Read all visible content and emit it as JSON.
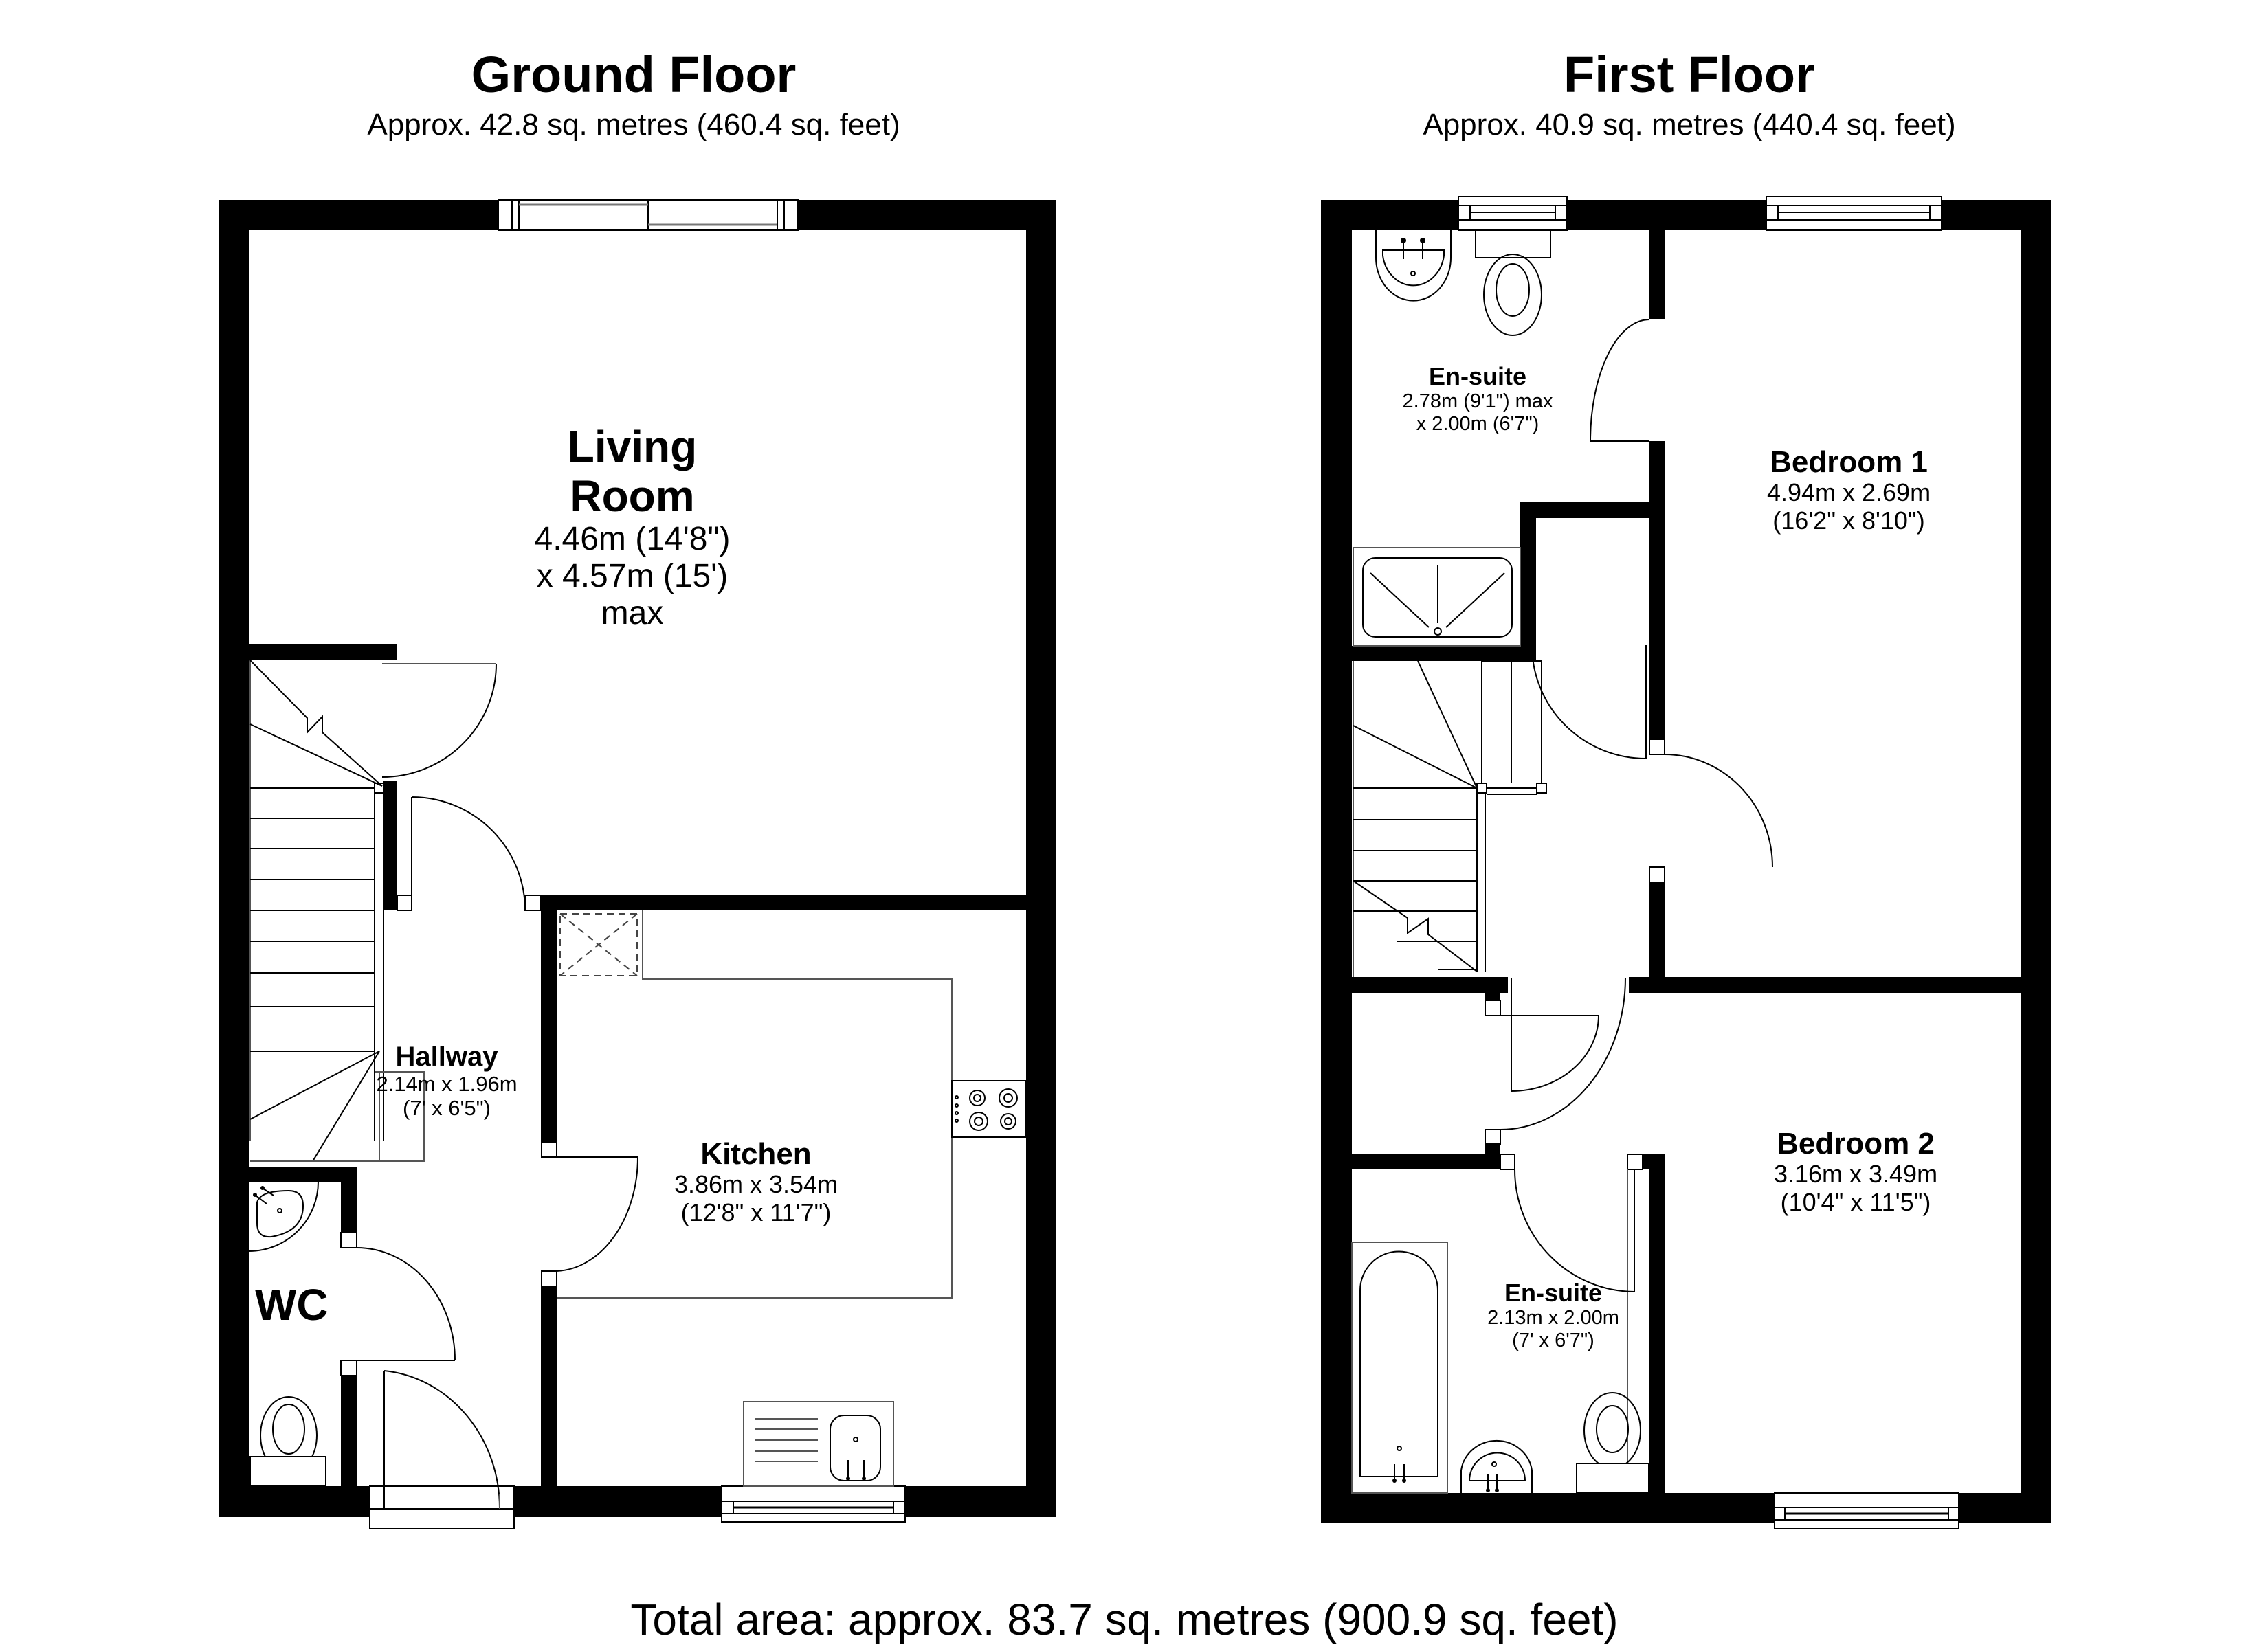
{
  "ground_floor": {
    "title": "Ground Floor",
    "area": "Approx. 42.8 sq. metres (460.4 sq. feet)",
    "rooms": {
      "living_room": {
        "name_line1": "Living",
        "name_line2": "Room",
        "dim_line1": "4.46m (14'8\")",
        "dim_line2": "x 4.57m (15') max"
      },
      "hallway": {
        "name": "Hallway",
        "dim_line1": "2.14m x 1.96m",
        "dim_line2": "(7' x 6'5\")"
      },
      "kitchen": {
        "name": "Kitchen",
        "dim_line1": "3.86m x 3.54m",
        "dim_line2": "(12'8\" x 11'7\")"
      },
      "wc": {
        "name": "WC"
      }
    }
  },
  "first_floor": {
    "title": "First Floor",
    "area": "Approx. 40.9 sq. metres (440.4 sq. feet)",
    "rooms": {
      "ensuite_1": {
        "name": "En-suite",
        "dim_line1": "2.78m (9'1\") max",
        "dim_line2": "x 2.00m (6'7\")"
      },
      "bedroom_1": {
        "name": "Bedroom 1",
        "dim_line1": "4.94m x 2.69m",
        "dim_line2": "(16'2\" x 8'10\")"
      },
      "bedroom_2": {
        "name": "Bedroom 2",
        "dim_line1": "3.16m x 3.49m",
        "dim_line2": "(10'4\" x 11'5\")"
      },
      "ensuite_2": {
        "name": "En-suite",
        "dim_line1": "2.13m x 2.00m",
        "dim_line2": "(7' x 6'7\")"
      }
    }
  },
  "total_area": "Total area: approx. 83.7 sq. metres (900.9 sq. feet)",
  "colors": {
    "wall": "#000000",
    "background": "#ffffff",
    "fixture_line": "#000000"
  }
}
